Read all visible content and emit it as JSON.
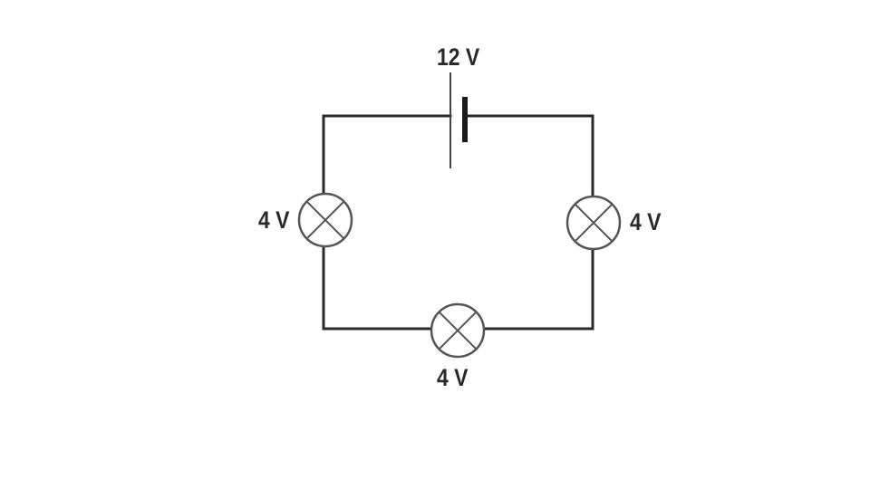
{
  "circuit": {
    "battery": {
      "voltage_label": "12 V"
    },
    "lamps": {
      "left": {
        "voltage_label": "4 V"
      },
      "right": {
        "voltage_label": "4 V"
      },
      "bottom": {
        "voltage_label": "4 V"
      }
    }
  },
  "colors": {
    "wire": "#2a2a2a",
    "lamp": "#555555",
    "background": "#ffffff"
  }
}
